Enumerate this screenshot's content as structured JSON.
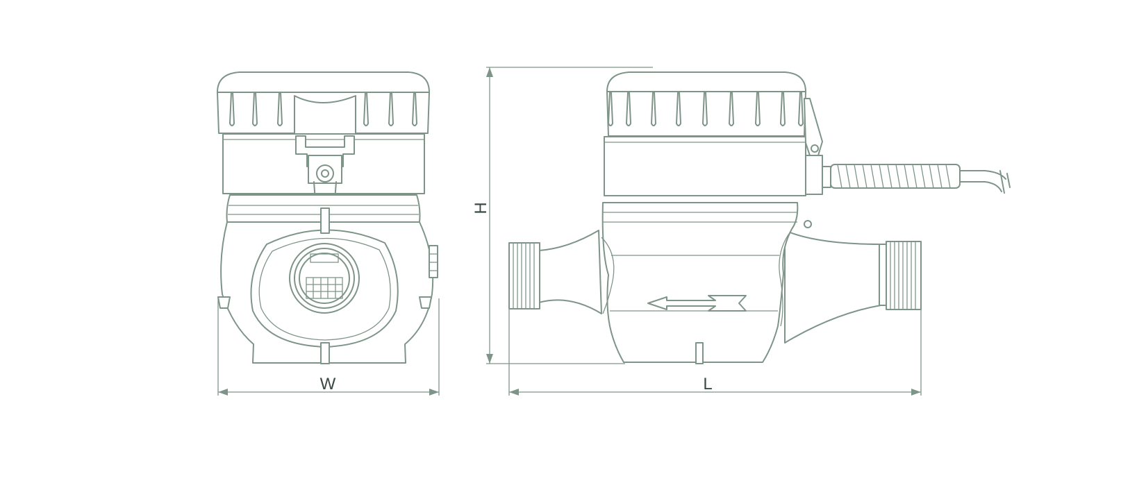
{
  "figure": {
    "colors": {
      "line": "#7e9488",
      "text": "#3a4a42",
      "background": "#ffffff"
    }
  },
  "dimensions": {
    "width_label": "W",
    "height_label": "H",
    "length_label": "L"
  }
}
